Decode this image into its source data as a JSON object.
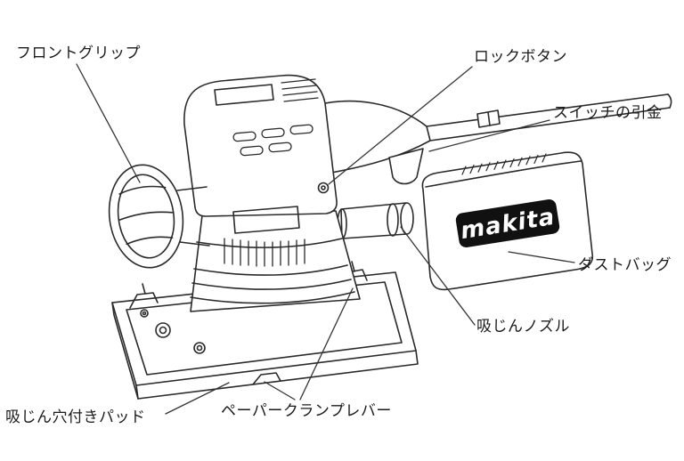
{
  "figure": {
    "brand_logo": "makita",
    "labels": {
      "front_grip": "フロントグリップ",
      "lock_button": "ロックボタン",
      "switch_trigger": "スイッチの引金",
      "dust_bag": "ダストバッグ",
      "dust_nozzle": "吸じんノズル",
      "paper_clamp_lever": "ペーパークランプレバー",
      "pad_with_dust_holes": "吸じん穴付きパッド"
    },
    "colors": {
      "line": "#2a2a2a",
      "leader_line": "#333333",
      "logo_background": "#111111",
      "logo_text": "#ffffff",
      "background": "#ffffff",
      "text": "#1a1a1a"
    }
  }
}
